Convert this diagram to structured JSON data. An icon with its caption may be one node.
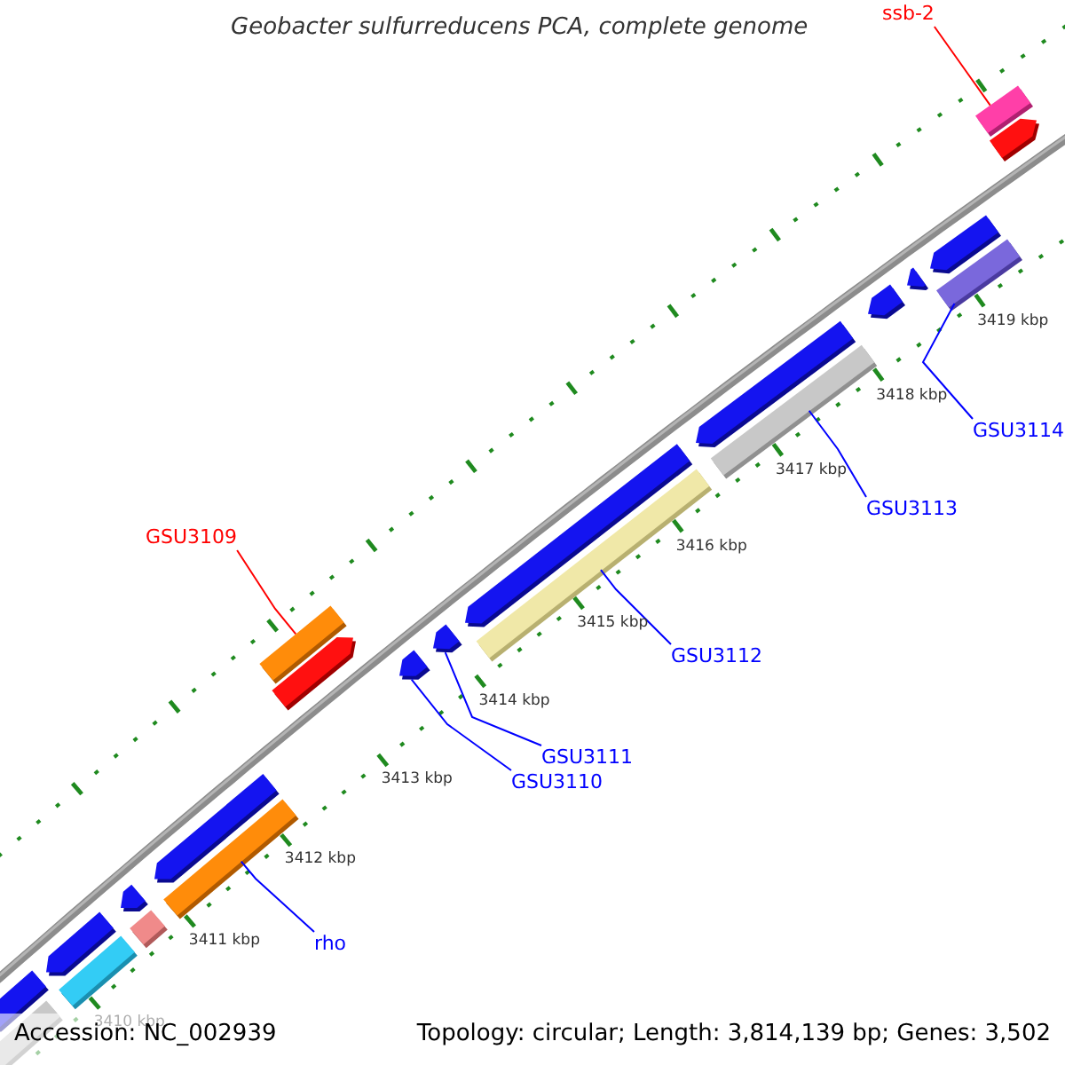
{
  "diagram": {
    "title": "Geobacter sulfurreducens PCA, complete genome",
    "nodes": [
      {
        "text": [
          "ssb-2"
        ]
      },
      {
        "text": [
          "GSU3114"
        ]
      },
      {
        "text": [
          "GSU3113"
        ]
      },
      {
        "text": [
          "GSU3109"
        ]
      },
      {
        "text": [
          "GSU3112"
        ]
      },
      {
        "text": [
          "GSU3111"
        ]
      },
      {
        "text": [
          "GSU3110"
        ]
      },
      {
        "text": [
          "rho"
        ]
      },
      {
        "text": [],
        "shape": "pentagon"
      },
      {
        "text": [],
        "shape": "bar"
      },
      {
        "text": [],
        "shape": "pentagon"
      },
      {
        "text": [],
        "shape": "bar"
      },
      {
        "text": [],
        "shape": "pentagon"
      },
      {
        "text": [],
        "shape": "bar"
      },
      {
        "text": [],
        "shape": "pentagon"
      },
      {
        "text": [],
        "shape": "bar"
      },
      {
        "text": [],
        "shape": "bar"
      },
      {
        "text": [],
        "shape": "pentagon"
      },
      {
        "text": [],
        "shape": "pentagon"
      },
      {
        "text": [],
        "shape": "pentagon"
      },
      {
        "text": [],
        "shape": "pentagon"
      },
      {
        "text": [],
        "shape": "bar"
      },
      {
        "text": [],
        "shape": "pentagon"
      },
      {
        "text": [],
        "shape": "bar"
      },
      {
        "text": [],
        "shape": "pentagon"
      },
      {
        "text": [],
        "shape": "pentagon"
      },
      {
        "text": [],
        "shape": "pentagon"
      },
      {
        "text": [],
        "shape": "bar"
      },
      {
        "text": [],
        "shape": "bar"
      },
      {
        "text": [],
        "shape": "pentagon"
      }
    ],
    "edges": [
      {
        "from": 0,
        "to": 28,
        "arrow": "none",
        "color": "#ff0000"
      },
      {
        "from": 1,
        "to": 27,
        "arrow": "none"
      },
      {
        "from": 2,
        "to": 23,
        "arrow": "none"
      },
      {
        "from": 3,
        "to": 16,
        "arrow": "none",
        "color": "#ff0000"
      },
      {
        "from": 4,
        "to": 21,
        "arrow": "none"
      },
      {
        "from": 5,
        "to": 19,
        "arrow": "none"
      },
      {
        "from": 6,
        "to": 18,
        "arrow": "none"
      },
      {
        "from": 7,
        "to": 15,
        "arrow": "none"
      }
    ],
    "labels": [
      "3419 kbp",
      "3418 kbp",
      "3417 kbp",
      "3416 kbp",
      "3415 kbp",
      "3414 kbp",
      "3413 kbp",
      "3412 kbp",
      "3411 kbp",
      "3410 kbp",
      "Accession: NC_002939",
      "Topology: circular; Length: 3,814,139 bp; Genes: 3,502"
    ]
  }
}
